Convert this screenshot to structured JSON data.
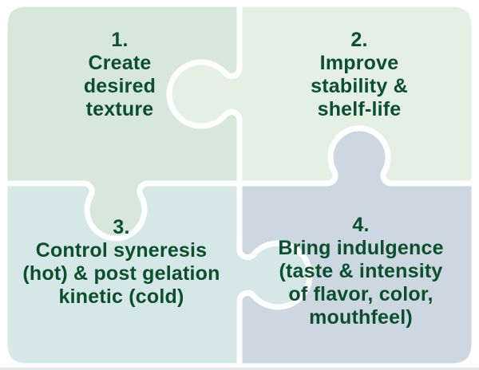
{
  "diagram": {
    "type": "jigsaw-puzzle-4-pieces",
    "seam_color": "#ffffff",
    "text_color": "#0b4f2e",
    "bottom_border_color": "#e3e7ea",
    "pieces": [
      {
        "number": "1.",
        "label": "1.\nCreate\ndesired\ntexture",
        "color": "#d7e8da",
        "position": "top-left",
        "tab": "protrudes down into piece 3"
      },
      {
        "number": "2.",
        "label": "2.\nImprove\nstability &\nshelf-life",
        "color": "#e5f0e4",
        "position": "top-right",
        "tab": "protrudes left into piece 1"
      },
      {
        "number": "3.",
        "label": "3.\nControl syneresis\n(hot) & post gelation\nkinetic (cold)",
        "color": "#d5e7e7",
        "position": "bottom-left",
        "tab": "protrudes right into piece 4"
      },
      {
        "number": "4.",
        "label": "4.\nBring indulgence\n(taste & intensity\nof flavor, color,\nmouthfeel)",
        "color": "#cdd7e1",
        "position": "bottom-right",
        "tab": "protrudes up into piece 2"
      }
    ]
  }
}
